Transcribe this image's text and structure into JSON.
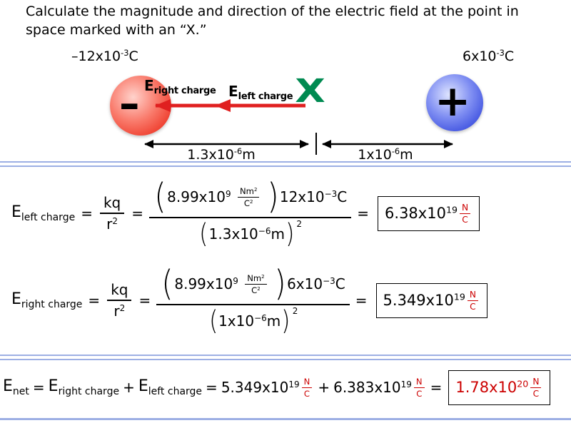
{
  "title": "Calculate the magnitude and direction of the electric field at the point in space marked with an “X.”",
  "sym": {
    "eq": "=",
    "plus": "+",
    "lp": "(",
    "rp": ")"
  },
  "colors": {
    "result_red": "#cc0000",
    "arrow_red": "#e02020",
    "x_green": "#008a51",
    "divider_blue": "#9dafe4",
    "neg_sphere_red": "#ef4030",
    "pos_sphere_blue": "#4053e0"
  },
  "diagram": {
    "left_charge_label": {
      "val": "–12x10",
      "exp": "-3",
      "unit": "C"
    },
    "right_charge_label": {
      "val": "6x10",
      "exp": "-3",
      "unit": "C"
    },
    "neg_sign": "-",
    "pos_sign": "+",
    "x_marker": "X",
    "field_right": {
      "E": "E",
      "sub": "right charge"
    },
    "field_left": {
      "E": "E",
      "sub": "left charge"
    },
    "dist_left": {
      "val": "1.3x10",
      "exp": "-6",
      "unit": "m"
    },
    "dist_right": {
      "val": "1x10",
      "exp": "-6",
      "unit": "m"
    }
  },
  "formula": {
    "kq": "kq",
    "r": "r",
    "two": "2"
  },
  "constant": {
    "val": "8.99x10",
    "exp": "9",
    "unit_num": "Nm",
    "unit_num_exp": "2",
    "unit_den": "C",
    "unit_den_exp": "2"
  },
  "eq_left": {
    "lhs": "E",
    "lhs_sub": "left charge",
    "q_val": "12x10",
    "q_exp": "−3",
    "q_unit": "C",
    "r_val": "1.3x10",
    "r_exp": "−6",
    "r_unit": "m",
    "result": "6.38x10",
    "result_exp": "19",
    "unit_num": "N",
    "unit_den": "C"
  },
  "eq_right": {
    "lhs": "E",
    "lhs_sub": "right charge",
    "q_val": "6x10",
    "q_exp": "−3",
    "q_unit": "C",
    "r_val": "1x10",
    "r_exp": "−6",
    "r_unit": "m",
    "result": "5.349x10",
    "result_exp": "19",
    "unit_num": "N",
    "unit_den": "C"
  },
  "eq_net": {
    "lhs": "E",
    "lhs_sub": "net",
    "t1": "E",
    "t1_sub": "right charge",
    "t2": "E",
    "t2_sub": "left charge",
    "v1": "5.349x10",
    "v1_exp": "19",
    "v1_unit_num": "N",
    "v1_unit_den": "C",
    "v2": "6.383x10",
    "v2_exp": "19",
    "v2_unit_num": "N",
    "v2_unit_den": "C",
    "result": "1.78x10",
    "result_exp": "20",
    "unit_num": "N",
    "unit_den": "C"
  }
}
